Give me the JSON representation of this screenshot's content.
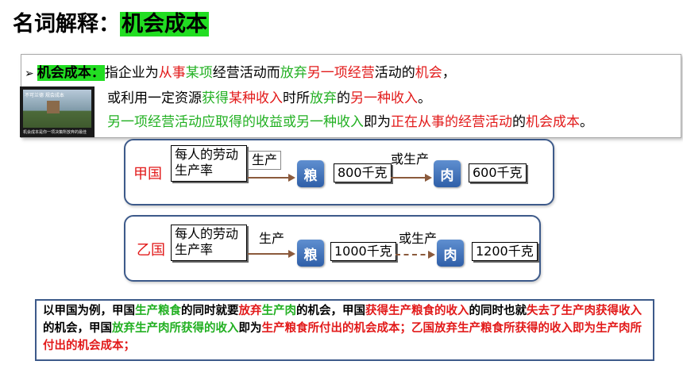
{
  "title": {
    "prefix": "名词解释：",
    "highlight": "机会成本"
  },
  "definition": {
    "term": "机会成本：",
    "line1": [
      {
        "t": "指企业为",
        "c": "black"
      },
      {
        "t": "从事",
        "c": "red"
      },
      {
        "t": "某项",
        "c": "green"
      },
      {
        "t": "经营活动而",
        "c": "black"
      },
      {
        "t": "放弃",
        "c": "green"
      },
      {
        "t": "另一项经营",
        "c": "red"
      },
      {
        "t": "活动的",
        "c": "black"
      },
      {
        "t": "机会",
        "c": "red"
      },
      {
        "t": "，",
        "c": "black"
      }
    ],
    "line2": [
      {
        "t": "或利用一定资源",
        "c": "black"
      },
      {
        "t": "获得",
        "c": "green"
      },
      {
        "t": "某种收入",
        "c": "red"
      },
      {
        "t": "时所",
        "c": "black"
      },
      {
        "t": "放弃",
        "c": "green"
      },
      {
        "t": "的",
        "c": "black"
      },
      {
        "t": "另一种收入",
        "c": "red"
      },
      {
        "t": "。",
        "c": "black"
      }
    ],
    "line3": [
      {
        "t": "另一项经营活动应取得的收益或另一种收入",
        "c": "green"
      },
      {
        "t": "即为",
        "c": "black"
      },
      {
        "t": "正在从事的经营活动",
        "c": "red"
      },
      {
        "t": "的",
        "c": "black"
      },
      {
        "t": "机会成本",
        "c": "red"
      },
      {
        "t": "。",
        "c": "black"
      }
    ],
    "thumbnail": {
      "caption_top": "不可兰德  规会成本",
      "caption_bottom": "机会成本是你一项决策所放弃的最佳"
    }
  },
  "panel_jia": {
    "country": "甲国",
    "productivity": "每人的劳动\n生产率",
    "produce_label": "生产",
    "grain": "粮",
    "grain_amount": "800千克",
    "or_produce": "或生产",
    "meat": "肉",
    "meat_amount": "600千克"
  },
  "panel_yi": {
    "country": "乙国",
    "productivity": "每人的劳动\n生产率",
    "produce_label": "生产",
    "grain": "粮",
    "grain_amount": "1000千克",
    "or_produce": "或生产",
    "meat": "肉",
    "meat_amount": "1200千克"
  },
  "explanation": [
    {
      "t": "以甲国为例，甲国",
      "c": "black"
    },
    {
      "t": "生产粮食",
      "c": "green"
    },
    {
      "t": "的同时就要",
      "c": "black"
    },
    {
      "t": "放弃",
      "c": "red"
    },
    {
      "t": "生产肉",
      "c": "green"
    },
    {
      "t": "的机会，甲国",
      "c": "black"
    },
    {
      "t": "获得生产粮食的收入",
      "c": "red"
    },
    {
      "t": "的同时也就",
      "c": "black"
    },
    {
      "t": "失去了生产肉获得收入",
      "c": "red"
    },
    {
      "t": "的机会，甲国",
      "c": "black"
    },
    {
      "t": "放弃生产肉所获得的收入",
      "c": "green"
    },
    {
      "t": "即为",
      "c": "black"
    },
    {
      "t": "生产粮食所付出的机会成本；乙国放弃生产粮食所获得的收入即为生产肉所付出的机会成本；",
      "c": "red"
    }
  ]
}
